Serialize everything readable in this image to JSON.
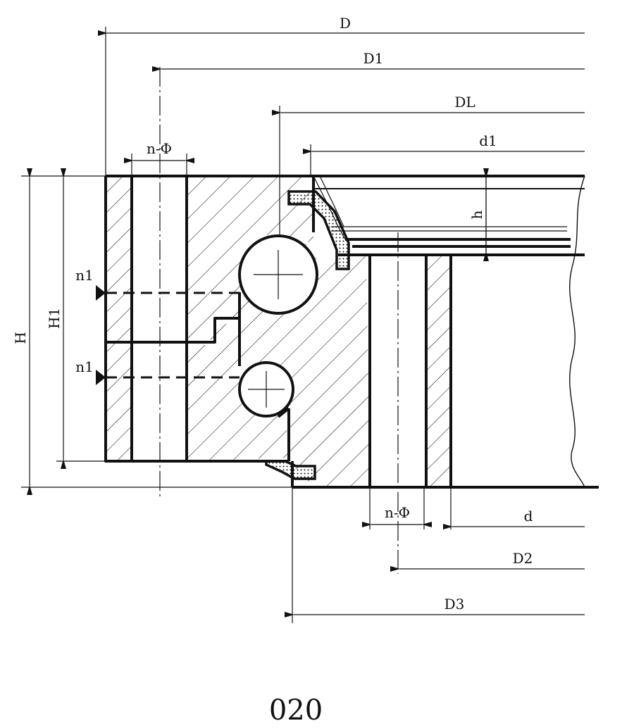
{
  "dimensions": {
    "D": "D",
    "D1": "D1",
    "DL": "DL",
    "d1": "d1",
    "n_phi_top": "n-Φ",
    "h": "h",
    "H": "H",
    "H1": "H1",
    "n1_upper": "n1",
    "n1_lower": "n1",
    "n_phi_bottom": "n-Φ",
    "d": "d",
    "D2": "D2",
    "D3": "D3"
  },
  "caption": "020"
}
